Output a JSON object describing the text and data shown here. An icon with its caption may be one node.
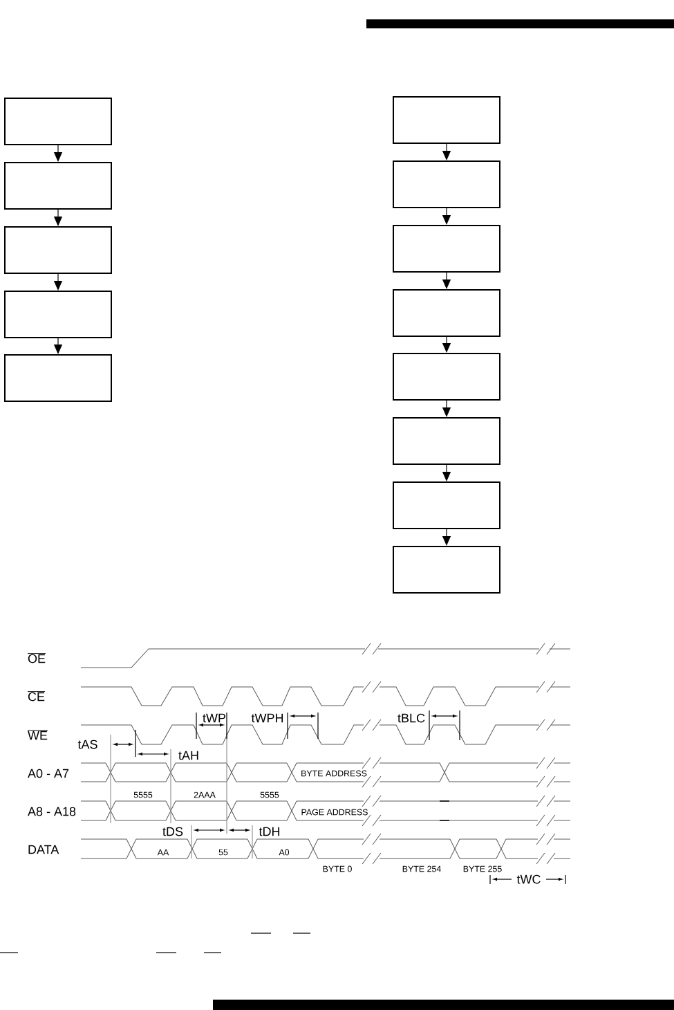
{
  "diagram": {
    "nodes": [
      {
        "text": [],
        "shape": "box"
      },
      {
        "text": [],
        "shape": "box"
      },
      {
        "text": [],
        "shape": "box"
      },
      {
        "text": [],
        "shape": "box"
      },
      {
        "text": [],
        "shape": "box"
      },
      {
        "text": [],
        "shape": "box"
      },
      {
        "text": [],
        "shape": "box"
      },
      {
        "text": [],
        "shape": "box"
      },
      {
        "text": [],
        "shape": "box"
      },
      {
        "text": [],
        "shape": "box"
      },
      {
        "text": [],
        "shape": "box"
      },
      {
        "text": [],
        "shape": "box"
      },
      {
        "text": [],
        "shape": "box"
      }
    ],
    "edges": [
      {
        "from": 0,
        "to": 1,
        "arrow": "to"
      },
      {
        "from": 1,
        "to": 2,
        "arrow": "to"
      },
      {
        "from": 2,
        "to": 3,
        "arrow": "to"
      },
      {
        "from": 3,
        "to": 4,
        "arrow": "to"
      },
      {
        "from": 5,
        "to": 6,
        "arrow": "to"
      },
      {
        "from": 6,
        "to": 7,
        "arrow": "to"
      },
      {
        "from": 7,
        "to": 8,
        "arrow": "to"
      },
      {
        "from": 8,
        "to": 9,
        "arrow": "to"
      },
      {
        "from": 9,
        "to": 10,
        "arrow": "to"
      },
      {
        "from": 10,
        "to": 11,
        "arrow": "to"
      },
      {
        "from": 11,
        "to": 12,
        "arrow": "to"
      }
    ],
    "labels": [
      "OE",
      "CE",
      "tWP",
      "tWPH",
      "tBLC",
      "WE",
      "tAS",
      "tAH",
      "A0 - A7",
      "BYTE ADDRESS",
      "5555",
      "2AAA",
      "5555",
      "A8 - A18",
      "PAGE ADDRESS",
      "tDS",
      "tDH",
      "DATA",
      "AA",
      "55",
      "A0",
      "BYTE 0",
      "BYTE 254",
      "BYTE 255",
      "tWC"
    ]
  }
}
